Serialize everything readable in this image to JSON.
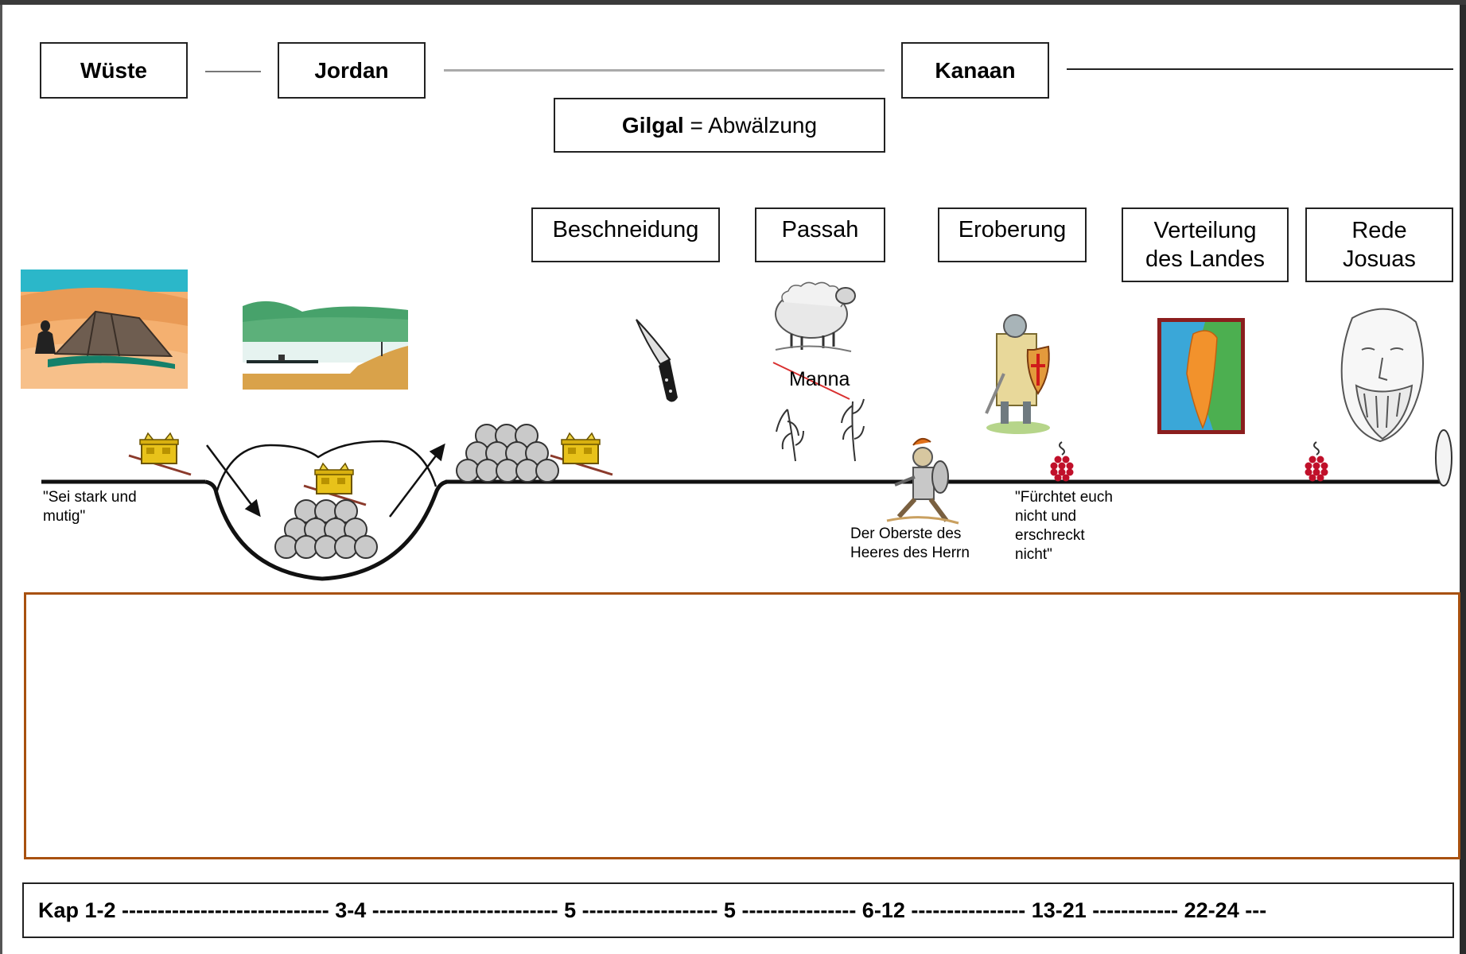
{
  "regions": {
    "wueste": "Wüste",
    "jordan": "Jordan",
    "kanaan": "Kanaan"
  },
  "gilgal": {
    "name": "Gilgal",
    "meaning": "= Abwälzung"
  },
  "topics": {
    "beschneidung": "Beschneidung",
    "passah": "Passah",
    "eroberung": "Eroberung",
    "verteilung": [
      "Verteilung",
      "des Landes"
    ],
    "rede": [
      "Rede",
      "Josuas"
    ]
  },
  "labels": {
    "manna": "Manna",
    "quote_strong": [
      "\"Sei stark und",
      "mutig\""
    ],
    "oberste": [
      "Der Oberste des",
      "Heeres des Herrn"
    ],
    "quote_fear": [
      "\"Fürchtet euch",
      "nicht und",
      "erschreckt",
      "nicht\""
    ]
  },
  "chapters": "Kap 1-2 ----------------------------- 3-4 -------------------------- 5 ------------------- 5 ---------------- 6-12 ---------------- 13-21 ------------ 22-24 ---",
  "colors": {
    "box_border": "#222222",
    "answer_border": "#a8510f",
    "ark_gold": "#e8c21a",
    "grapes": "#c0102a",
    "map_sea": "#3aa7d8",
    "map_land": "#f2922c"
  }
}
